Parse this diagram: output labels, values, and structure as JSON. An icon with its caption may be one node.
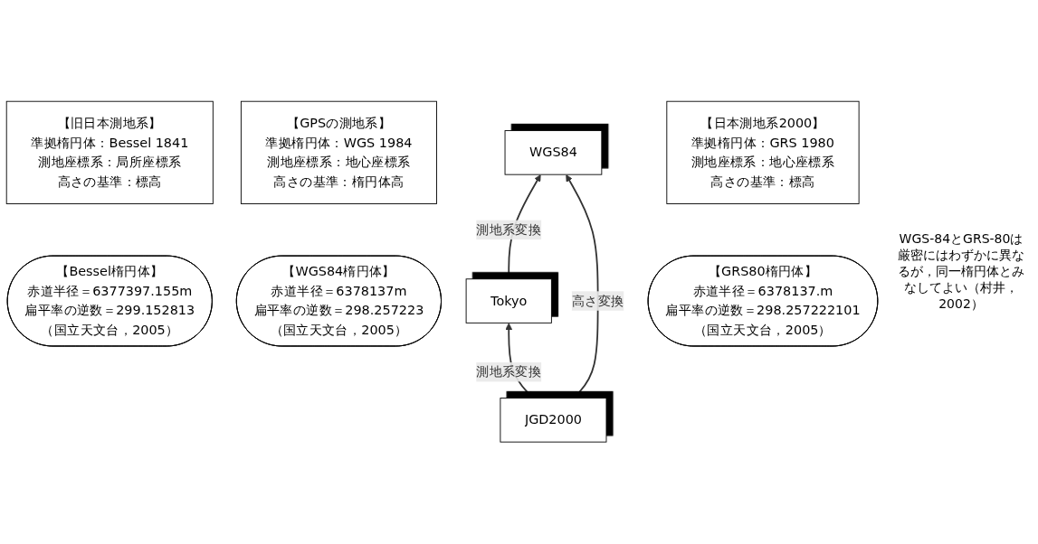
{
  "diagram": {
    "nodes": [
      {
        "text": [
          "【旧日本測地系】",
          "準拠楕円体：Bessel 1841",
          "測地座標系：局所座標系",
          "高さの基準：標高"
        ]
      },
      {
        "text": [
          "【Bessel楕円体】",
          "赤道半径＝6377397.155m",
          "扁平率の逆数＝299.152813",
          "（国立天文台，2005）"
        ]
      },
      {
        "text": [
          "Tokyo"
        ]
      },
      {
        "text": [
          "【GPSの測地系】",
          "準拠楕円体：WGS 1984",
          "測地座標系：地心座標系",
          "高さの基準：楕円体高"
        ]
      },
      {
        "text": [
          "WGS84"
        ]
      },
      {
        "text": [
          "JGD2000"
        ]
      },
      {
        "text": [
          "【日本測地系2000】",
          "準拠楕円体：GRS 1980",
          "測地座標系：地心座標系",
          "高さの基準：標高"
        ]
      },
      {
        "text": [
          "【WGS84楕円体】",
          "赤道半径＝6378137m",
          "扁平率の逆数＝298.257223",
          "（国立天文台，2005）"
        ]
      },
      {
        "text": [
          "【GRS80楕円体】",
          "赤道半径＝6378137.m",
          "扁平率の逆数＝298.257222101",
          "（国立天文台，2005）"
        ]
      }
    ],
    "edges": [
      {
        "from": 4,
        "to": 2,
        "arrow": "both",
        "label": "測地系変換"
      },
      {
        "from": 2,
        "to": 5,
        "arrow": "both",
        "label": "測地系変換"
      },
      {
        "from": 4,
        "to": 5,
        "arrow": "both",
        "label": "高さ変換"
      }
    ],
    "labels": [
      "WGS-84とGRS-80は厳密にはわずかに異なるが，同一楕円体とみなしてよい（村井，2002）"
    ]
  }
}
